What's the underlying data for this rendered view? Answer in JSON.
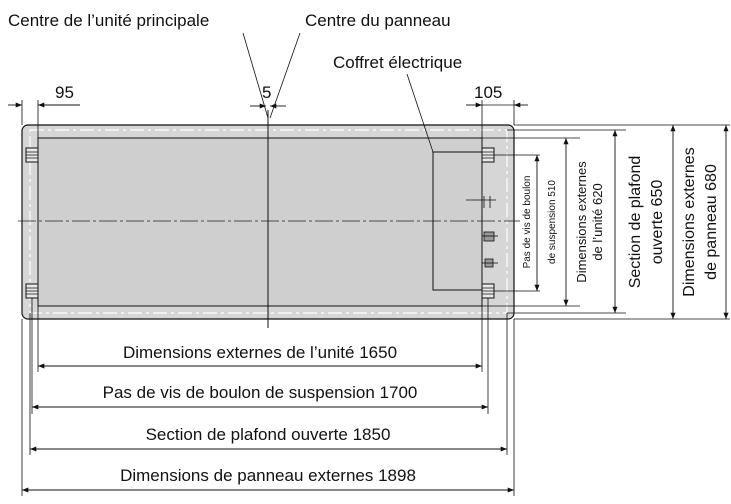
{
  "labels": {
    "main_unit_centre": "Centre de l’unité principale",
    "panel_centre": "Centre du panneau",
    "electric_box": "Coffret électrique",
    "dim_95": "95",
    "dim_5": "5",
    "dim_105": "105"
  },
  "horizontal_dims": [
    "Dimensions externes de l’unité 1650",
    "Pas de vis de boulon de suspension 1700",
    "Section de plafond ouverte 1850",
    "Dimensions de panneau externes 1898"
  ],
  "vertical_dims": {
    "bolt_pitch_line1": "Pas de vis de boulon",
    "bolt_pitch_line2": "de suspension 510",
    "unit_ext_line1": "Dimensions externes",
    "unit_ext_line2": "de l’unité 620",
    "ceiling_line1": "Section de plafond",
    "ceiling_line2": "ouverte 650",
    "panel_ext_line1": "Dimensions externes",
    "panel_ext_line2": "de panneau 680"
  },
  "colors": {
    "panel_fill": "#d6d6d6",
    "unit_fill": "#cfcfcf",
    "line": "#111111"
  }
}
